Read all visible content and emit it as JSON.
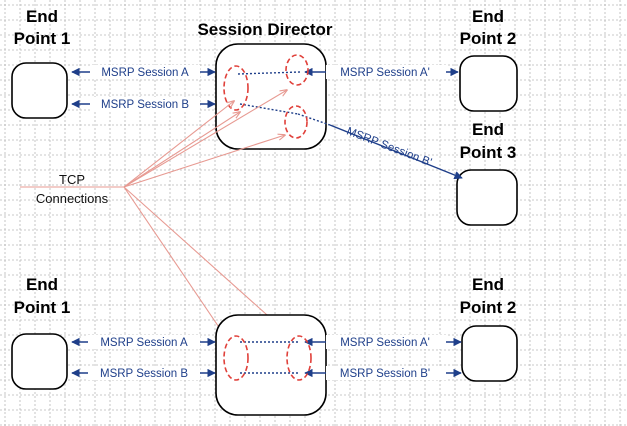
{
  "top": {
    "endpoint1": [
      "End",
      "Point 1"
    ],
    "director": "Session Director",
    "endpoint2": [
      "End",
      "Point 2"
    ],
    "endpoint3": [
      "End",
      "Point 3"
    ],
    "session_a": "MSRP Session A",
    "session_b": "MSRP Session B",
    "session_a_prime": "MSRP Session A'",
    "session_b_prime": "MSRP Session B'"
  },
  "tcp": [
    "TCP",
    "Connections"
  ],
  "bottom": {
    "endpoint1": [
      "End",
      "Point 1"
    ],
    "endpoint2": [
      "End",
      "Point 2"
    ],
    "session_a": "MSRP Session A",
    "session_b": "MSRP Session B",
    "session_a_prime": "MSRP Session A'",
    "session_b_prime": "MSRP Session B'"
  },
  "colors": {
    "arrow": "#1f3f8a",
    "oval": "#e0403a",
    "tcp_line": "#e79a92",
    "grid": "#b8b8b8"
  }
}
